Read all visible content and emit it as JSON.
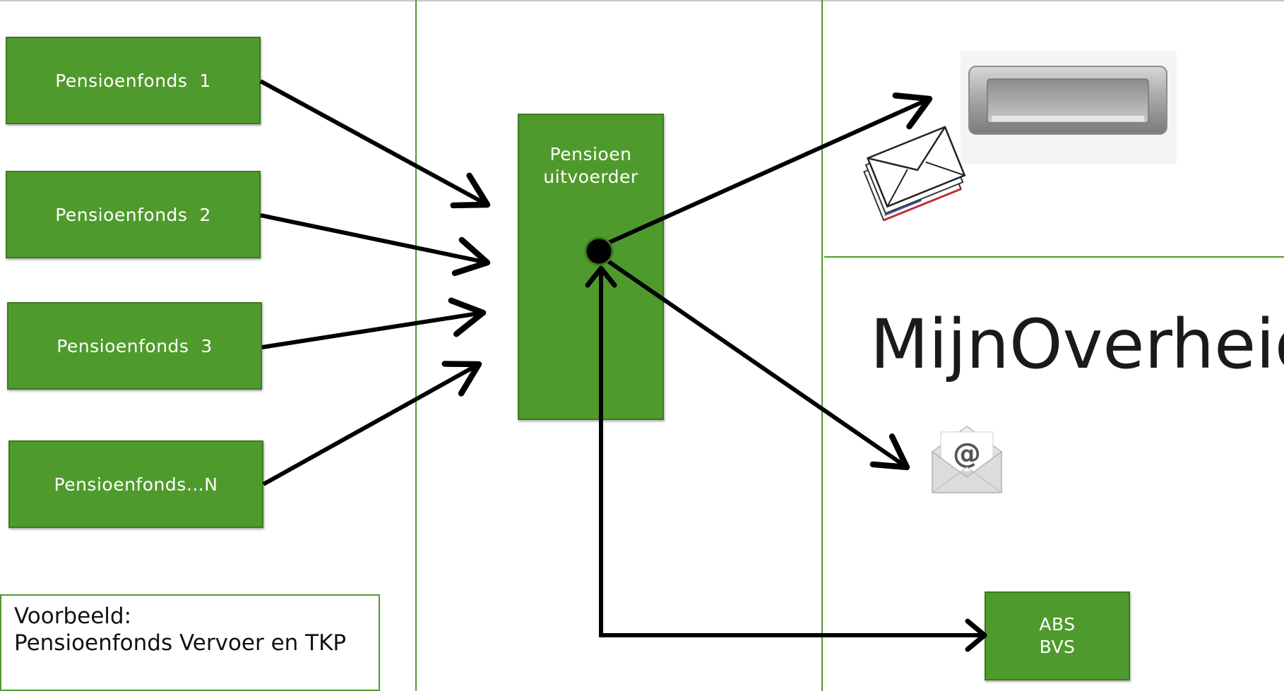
{
  "funds": [
    {
      "label": "Pensioenfonds  1"
    },
    {
      "label": "Pensioenfonds  2"
    },
    {
      "label": "Pensioenfonds  3"
    },
    {
      "label": "Pensioenfonds…N"
    }
  ],
  "executor": {
    "line1": "Pensioen",
    "line2": "uitvoerder"
  },
  "abs_bvs": {
    "line1": "ABS",
    "line2": "BVS"
  },
  "example": {
    "line1": "Voorbeeld:",
    "line2": "Pensioenfonds Vervoer en TKP"
  },
  "mijnoverheid": {
    "text": "MijnOverheid"
  },
  "icons": [
    "mail-slot-icon",
    "envelopes-icon",
    "email-at-icon"
  ],
  "colors": {
    "box_green": "#4f9a2d",
    "divider_green": "#4f9a2d",
    "arrow": "#000000"
  }
}
